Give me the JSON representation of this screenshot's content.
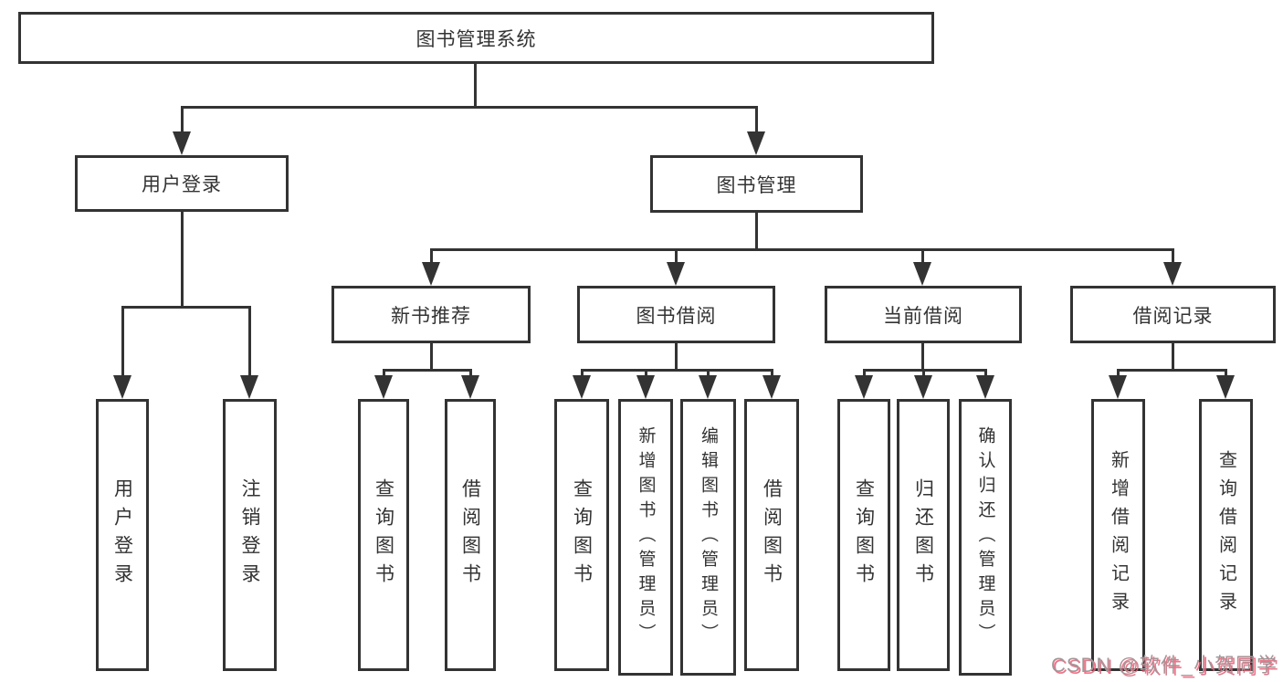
{
  "colors": {
    "line": "#333333",
    "box_border": "#333333",
    "text": "#333333",
    "watermark_gray": "#9a9a9a",
    "watermark_pink": "#fc5571",
    "background": "#ffffff"
  },
  "tree": {
    "root_label": "图书管理系统",
    "branches": [
      {
        "label": "用户登录",
        "children": [
          {
            "label": "用户登录"
          },
          {
            "label": "注销登录"
          }
        ]
      },
      {
        "label": "图书管理",
        "children": [
          {
            "label": "新书推荐",
            "children": [
              {
                "label": "查询图书"
              },
              {
                "label": "借阅图书"
              }
            ]
          },
          {
            "label": "图书借阅",
            "children": [
              {
                "label": "查询图书"
              },
              {
                "label": "新增图书（管理员）"
              },
              {
                "label": "编辑图书（管理员）"
              },
              {
                "label": "借阅图书"
              }
            ]
          },
          {
            "label": "当前借阅",
            "children": [
              {
                "label": "查询图书"
              },
              {
                "label": "归还图书"
              },
              {
                "label": "确认归还（管理员）"
              }
            ]
          },
          {
            "label": "借阅记录",
            "children": [
              {
                "label": "新增借阅记录"
              },
              {
                "label": "查询借阅记录"
              }
            ]
          }
        ]
      }
    ]
  },
  "watermark": {
    "text": "CSDN @软件_小贺同学"
  }
}
